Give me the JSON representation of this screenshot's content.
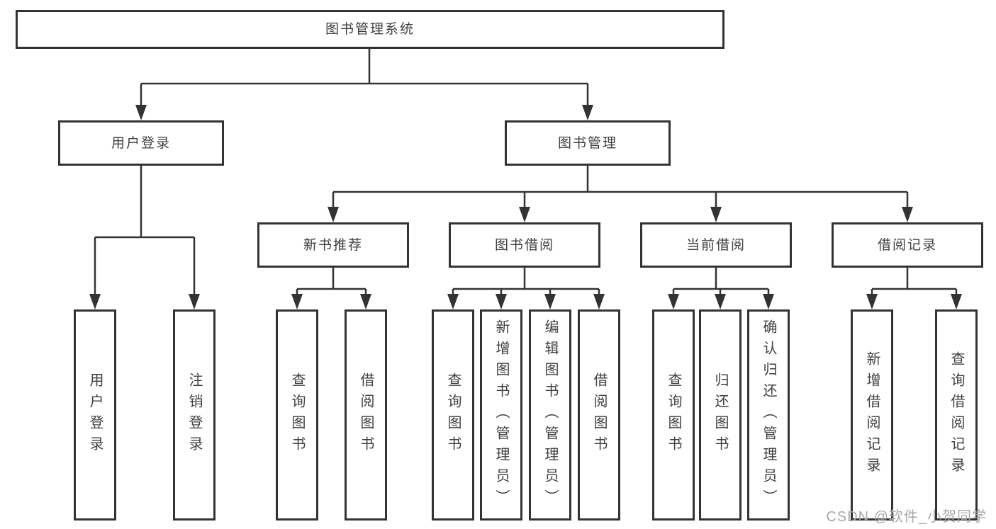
{
  "diagram_type": "hierarchy-flowchart",
  "tree": {
    "label": "图书管理系统",
    "children": [
      {
        "label": "用户登录",
        "children": [
          {
            "label": "用户登录"
          },
          {
            "label": "注销登录"
          }
        ]
      },
      {
        "label": "图书管理",
        "children": [
          {
            "label": "新书推荐",
            "children": [
              {
                "label": "查询图书"
              },
              {
                "label": "借阅图书"
              }
            ]
          },
          {
            "label": "图书借阅",
            "children": [
              {
                "label": "查询图书"
              },
              {
                "label": "新增图书（管理员）"
              },
              {
                "label": "编辑图书（管理员）"
              },
              {
                "label": "借阅图书"
              }
            ]
          },
          {
            "label": "当前借阅",
            "children": [
              {
                "label": "查询图书"
              },
              {
                "label": "归还图书"
              },
              {
                "label": "确认归还（管理员）"
              }
            ]
          },
          {
            "label": "借阅记录",
            "children": [
              {
                "label": "新增借阅记录"
              },
              {
                "label": "查询借阅记录"
              }
            ]
          }
        ]
      }
    ]
  },
  "watermark": {
    "text": "CSDN @软件_小贺同学"
  },
  "colors": {
    "line": "#333333",
    "text": "#404040",
    "background": "#ffffff",
    "watermark": "#a8a8a8"
  }
}
